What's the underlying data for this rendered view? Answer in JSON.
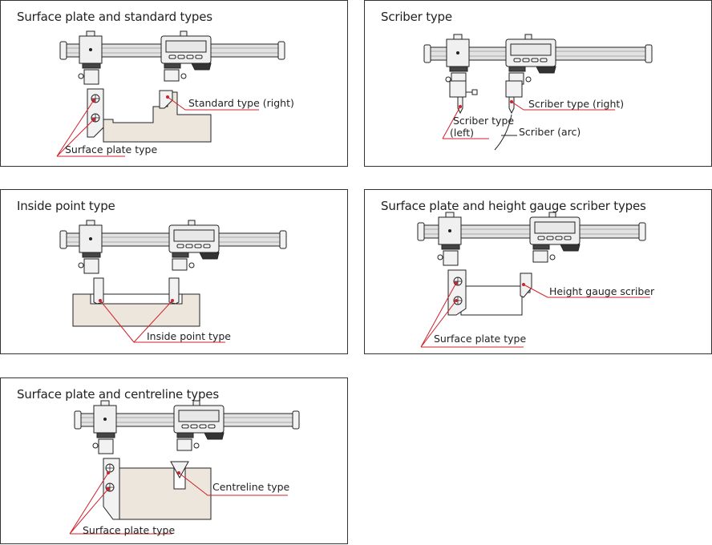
{
  "colors": {
    "leader_line": "#d0202a",
    "workpiece_fill": "#ece6dc",
    "body_fill": "#f0f0f0",
    "beam_fill": "#e2e2e2",
    "outline": "#222222"
  },
  "panels": [
    {
      "title": "Surface plate and standard types",
      "labels": [
        "Standard type (right)",
        "Surface plate type"
      ]
    },
    {
      "title": "Scriber type",
      "labels": [
        "Scriber type (right)",
        "Scriber type",
        "(left)",
        "Scriber (arc)"
      ]
    },
    {
      "title": "Inside point type",
      "labels": [
        "Inside point type"
      ]
    },
    {
      "title": "Surface plate and height gauge scriber types",
      "labels": [
        "Height gauge scriber",
        "Surface plate type"
      ]
    },
    {
      "title": "Surface plate and centreline types",
      "labels": [
        "Centreline type",
        "Surface plate type"
      ]
    }
  ]
}
